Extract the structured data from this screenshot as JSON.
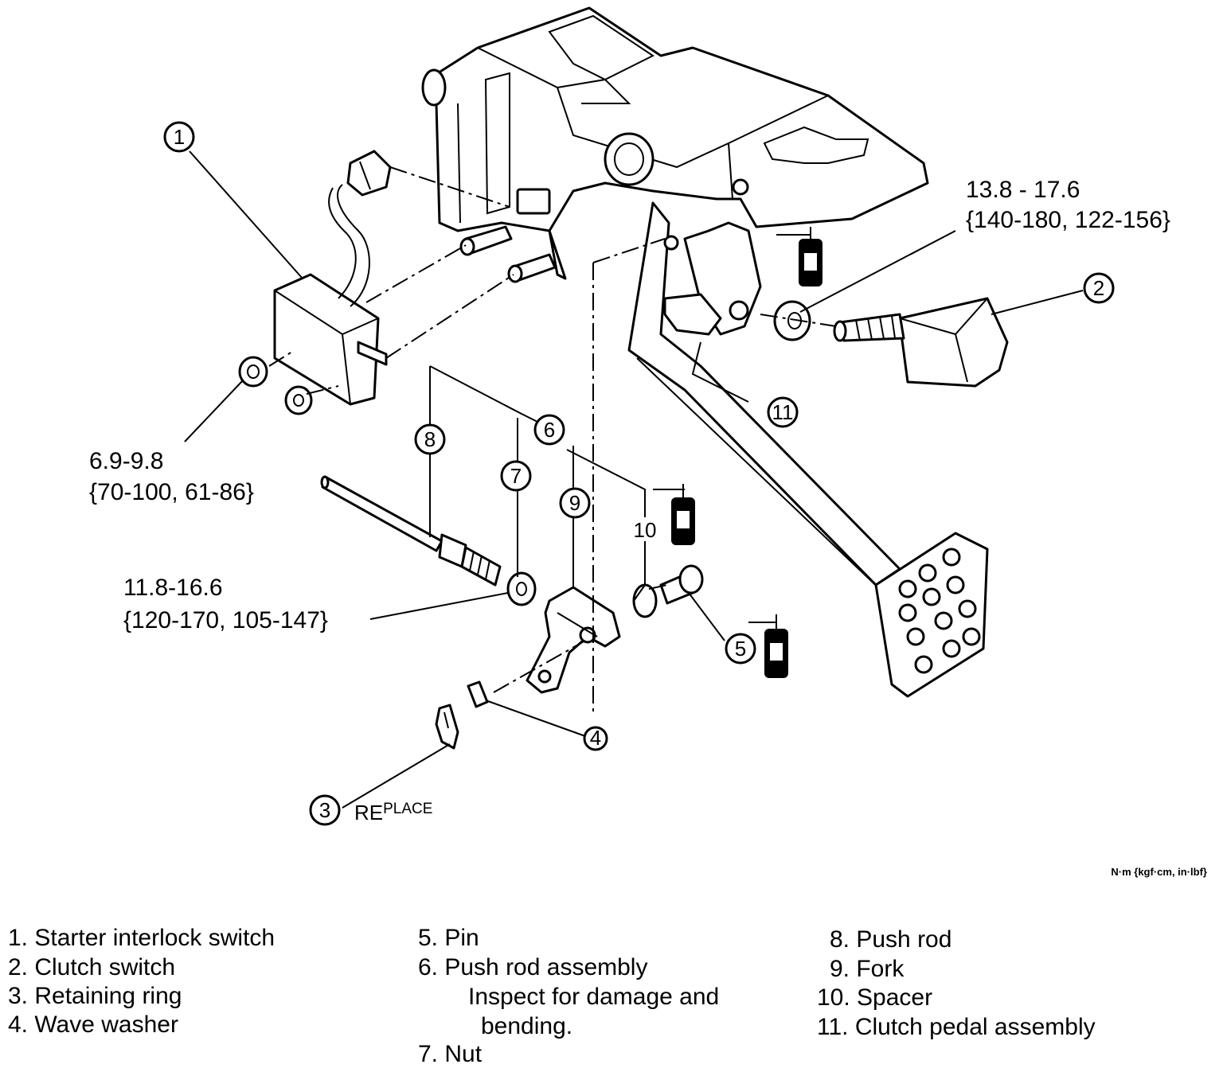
{
  "callouts": [
    {
      "number": "1"
    },
    {
      "number": "2"
    },
    {
      "number": "3"
    },
    {
      "number": "4"
    },
    {
      "number": "5"
    },
    {
      "number": "6"
    },
    {
      "number": "7"
    },
    {
      "number": "8"
    },
    {
      "number": "9"
    },
    {
      "number": "10"
    },
    {
      "number": "11"
    }
  ],
  "replace_note": {
    "prefix": "RE",
    "suffix": "PLACE"
  },
  "torque_specs": [
    {
      "line1": "13.8 - 17.6",
      "line2": "{140-180, 122-156}"
    },
    {
      "line1": "6.9-9.8",
      "line2": "{70-100, 61-86}"
    },
    {
      "line1": "11.8-16.6",
      "line2": "{120-170, 105-147}"
    }
  ],
  "units_label": "N·m {kgf·cm, in·lbf}",
  "legend": [
    {
      "text": "1. Starter interlock switch"
    },
    {
      "text": "2. Clutch switch"
    },
    {
      "text": "3. Retaining ring"
    },
    {
      "text": "4. Wave washer"
    },
    {
      "text": "5. Pin"
    },
    {
      "text": "6. Push rod assembly"
    },
    {
      "text": "Inspect for damage and"
    },
    {
      "text": "bending."
    },
    {
      "text": "7. Nut"
    },
    {
      "text": "8. Push rod"
    },
    {
      "text": "9. Fork"
    },
    {
      "text": "10. Spacer"
    },
    {
      "text": "11. Clutch pedal assembly"
    }
  ],
  "icons": [
    "grease-icon"
  ]
}
